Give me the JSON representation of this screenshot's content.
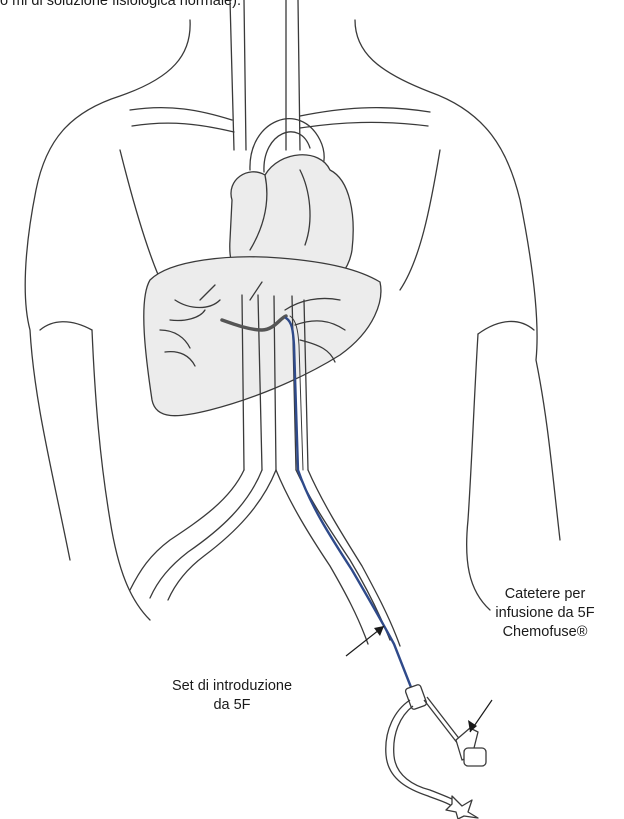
{
  "caption_top": "o ml di soluzione fisiologica normale).",
  "labels": {
    "catheter": [
      "Catetere per",
      "infusione da 5F",
      "Chemofuse®"
    ],
    "introducer": [
      "Set di introduzione",
      "da 5F"
    ]
  },
  "colors": {
    "outline": "#3a3a3a",
    "organ_fill": "#ececec",
    "catheter_blue": "#2f4a8a",
    "catheter_dark": "#555555",
    "background": "#ffffff"
  }
}
